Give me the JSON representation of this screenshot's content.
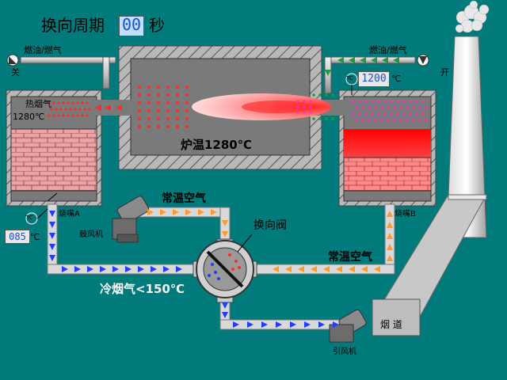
{
  "header": {
    "cycle_label": "换向周期",
    "cycle_value": "00",
    "cycle_unit": "秒"
  },
  "fuel_left": {
    "label": "燃油/燃气",
    "state": "关"
  },
  "fuel_right": {
    "label": "燃油/燃气",
    "state": "开"
  },
  "left_chamber": {
    "label": "热烟气",
    "temp": "1280℃"
  },
  "furnace": {
    "label": "炉温1280℃"
  },
  "right_chamber": {
    "tc_label": "TC",
    "temp_value": "1200",
    "temp_unit": "℃"
  },
  "nozzle_a": {
    "label": "烧嘴A"
  },
  "nozzle_b": {
    "label": "烧嘴B"
  },
  "left_tc": {
    "tc_label": "TC",
    "temp_value": "085",
    "temp_unit": "℃"
  },
  "blower": {
    "label": "鼓风机"
  },
  "induced_fan": {
    "label": "引风机"
  },
  "valve": {
    "label": "换向阀"
  },
  "air_top": {
    "label": "常温空气"
  },
  "air_right": {
    "label": "常温空气"
  },
  "cold_gas": {
    "label": "冷烟气<150℃"
  },
  "flue": {
    "label": "烟 道"
  },
  "colors": {
    "background": "#007a7a",
    "flow_blue": "#1f3cff",
    "flow_orange": "#ff9a2e",
    "flow_green": "#1e9b3a",
    "hot_red": "#ff2a2a"
  }
}
